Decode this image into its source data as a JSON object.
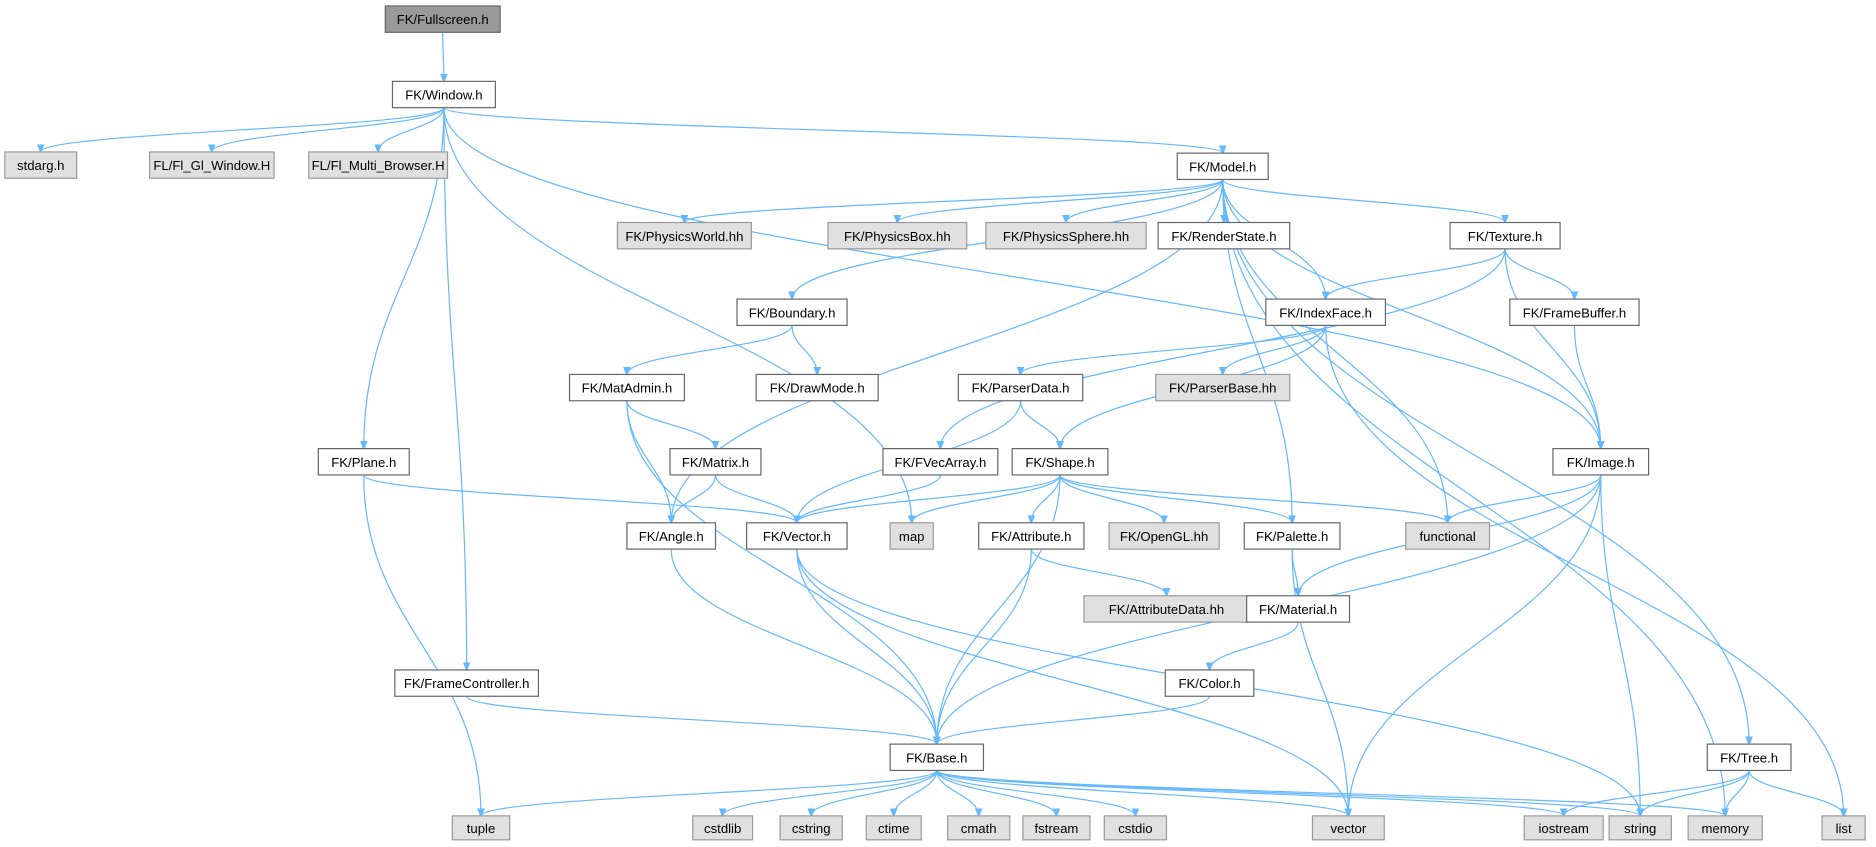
{
  "graph": {
    "nodes": {
      "fullscreen": {
        "label": "FK/Fullscreen.h",
        "kind": "root"
      },
      "window": {
        "label": "FK/Window.h",
        "kind": "doc"
      },
      "stdarg": {
        "label": "stdarg.h",
        "kind": "ext"
      },
      "flglwindow": {
        "label": "FL/Fl_Gl_Window.H",
        "kind": "ext"
      },
      "flmultibrowser": {
        "label": "FL/Fl_Multi_Browser.H",
        "kind": "ext"
      },
      "model": {
        "label": "FK/Model.h",
        "kind": "doc"
      },
      "physicsworld": {
        "label": "FK/PhysicsWorld.hh",
        "kind": "ext"
      },
      "physicsbox": {
        "label": "FK/PhysicsBox.hh",
        "kind": "ext"
      },
      "physicssphere": {
        "label": "FK/PhysicsSphere.hh",
        "kind": "ext"
      },
      "renderstate": {
        "label": "FK/RenderState.h",
        "kind": "doc"
      },
      "texture": {
        "label": "FK/Texture.h",
        "kind": "doc"
      },
      "boundary": {
        "label": "FK/Boundary.h",
        "kind": "doc"
      },
      "indexface": {
        "label": "FK/IndexFace.h",
        "kind": "doc"
      },
      "framebuffer": {
        "label": "FK/FrameBuffer.h",
        "kind": "doc"
      },
      "matadmin": {
        "label": "FK/MatAdmin.h",
        "kind": "doc"
      },
      "drawmode": {
        "label": "FK/DrawMode.h",
        "kind": "doc"
      },
      "parserdata": {
        "label": "FK/ParserData.h",
        "kind": "doc"
      },
      "parserbase": {
        "label": "FK/ParserBase.hh",
        "kind": "ext"
      },
      "matrix": {
        "label": "FK/Matrix.h",
        "kind": "doc"
      },
      "fvecarray": {
        "label": "FK/FVecArray.h",
        "kind": "doc"
      },
      "shape": {
        "label": "FK/Shape.h",
        "kind": "doc"
      },
      "image": {
        "label": "FK/Image.h",
        "kind": "doc"
      },
      "plane": {
        "label": "FK/Plane.h",
        "kind": "doc"
      },
      "angle": {
        "label": "FK/Angle.h",
        "kind": "doc"
      },
      "vector_h": {
        "label": "FK/Vector.h",
        "kind": "doc"
      },
      "map": {
        "label": "map",
        "kind": "ext"
      },
      "functional": {
        "label": "functional",
        "kind": "ext"
      },
      "attribute": {
        "label": "FK/Attribute.h",
        "kind": "doc"
      },
      "opengl": {
        "label": "FK/OpenGL.hh",
        "kind": "ext"
      },
      "palette": {
        "label": "FK/Palette.h",
        "kind": "doc"
      },
      "attributedata": {
        "label": "FK/AttributeData.hh",
        "kind": "ext"
      },
      "material": {
        "label": "FK/Material.h",
        "kind": "doc"
      },
      "framecontroller": {
        "label": "FK/FrameController.h",
        "kind": "doc"
      },
      "color": {
        "label": "FK/Color.h",
        "kind": "doc"
      },
      "base": {
        "label": "FK/Base.h",
        "kind": "doc"
      },
      "tree": {
        "label": "FK/Tree.h",
        "kind": "doc"
      },
      "tuple": {
        "label": "tuple",
        "kind": "ext"
      },
      "cstdlib": {
        "label": "cstdlib",
        "kind": "ext"
      },
      "cstring": {
        "label": "cstring",
        "kind": "ext"
      },
      "ctime": {
        "label": "ctime",
        "kind": "ext"
      },
      "cmath": {
        "label": "cmath",
        "kind": "ext"
      },
      "fstream": {
        "label": "fstream",
        "kind": "ext"
      },
      "cstdio": {
        "label": "cstdio",
        "kind": "ext"
      },
      "vector": {
        "label": "vector",
        "kind": "ext"
      },
      "iostream": {
        "label": "iostream",
        "kind": "ext"
      },
      "string": {
        "label": "string",
        "kind": "ext"
      },
      "memory": {
        "label": "memory",
        "kind": "ext"
      },
      "list": {
        "label": "list",
        "kind": "ext"
      }
    },
    "edges": [
      [
        "fullscreen",
        "window"
      ],
      [
        "window",
        "stdarg"
      ],
      [
        "window",
        "flglwindow"
      ],
      [
        "window",
        "flmultibrowser"
      ],
      [
        "window",
        "plane"
      ],
      [
        "window",
        "framecontroller"
      ],
      [
        "window",
        "map"
      ],
      [
        "window",
        "model"
      ],
      [
        "window",
        "image"
      ],
      [
        "model",
        "physicsworld"
      ],
      [
        "model",
        "physicsbox"
      ],
      [
        "model",
        "physicssphere"
      ],
      [
        "model",
        "renderstate"
      ],
      [
        "model",
        "texture"
      ],
      [
        "model",
        "boundary"
      ],
      [
        "model",
        "indexface"
      ],
      [
        "model",
        "angle"
      ],
      [
        "model",
        "palette"
      ],
      [
        "model",
        "functional"
      ],
      [
        "model",
        "tree"
      ],
      [
        "model",
        "memory"
      ],
      [
        "model",
        "image"
      ],
      [
        "texture",
        "indexface"
      ],
      [
        "texture",
        "framebuffer"
      ],
      [
        "texture",
        "image"
      ],
      [
        "texture",
        "fvecarray"
      ],
      [
        "indexface",
        "parserdata"
      ],
      [
        "indexface",
        "parserbase"
      ],
      [
        "indexface",
        "shape"
      ],
      [
        "indexface",
        "list"
      ],
      [
        "framebuffer",
        "image"
      ],
      [
        "boundary",
        "matadmin"
      ],
      [
        "boundary",
        "drawmode"
      ],
      [
        "matadmin",
        "matrix"
      ],
      [
        "matadmin",
        "angle"
      ],
      [
        "matadmin",
        "base"
      ],
      [
        "matrix",
        "angle"
      ],
      [
        "matrix",
        "vector_h"
      ],
      [
        "parserdata",
        "shape"
      ],
      [
        "parserdata",
        "vector_h"
      ],
      [
        "fvecarray",
        "vector_h"
      ],
      [
        "shape",
        "vector_h"
      ],
      [
        "shape",
        "map"
      ],
      [
        "shape",
        "base"
      ],
      [
        "shape",
        "attribute"
      ],
      [
        "shape",
        "opengl"
      ],
      [
        "shape",
        "palette"
      ],
      [
        "shape",
        "functional"
      ],
      [
        "plane",
        "vector_h"
      ],
      [
        "plane",
        "tuple"
      ],
      [
        "angle",
        "base"
      ],
      [
        "vector_h",
        "base"
      ],
      [
        "vector_h",
        "vector"
      ],
      [
        "vector_h",
        "string"
      ],
      [
        "attribute",
        "base"
      ],
      [
        "attribute",
        "attributedata"
      ],
      [
        "palette",
        "material"
      ],
      [
        "palette",
        "vector"
      ],
      [
        "image",
        "functional"
      ],
      [
        "image",
        "material"
      ],
      [
        "image",
        "base"
      ],
      [
        "image",
        "vector"
      ],
      [
        "image",
        "string"
      ],
      [
        "material",
        "color"
      ],
      [
        "color",
        "base"
      ],
      [
        "framecontroller",
        "base"
      ],
      [
        "base",
        "tuple"
      ],
      [
        "base",
        "cstdlib"
      ],
      [
        "base",
        "cstring"
      ],
      [
        "base",
        "ctime"
      ],
      [
        "base",
        "cmath"
      ],
      [
        "base",
        "fstream"
      ],
      [
        "base",
        "cstdio"
      ],
      [
        "base",
        "vector"
      ],
      [
        "base",
        "iostream"
      ],
      [
        "base",
        "string"
      ],
      [
        "base",
        "memory"
      ],
      [
        "tree",
        "iostream"
      ],
      [
        "tree",
        "string"
      ],
      [
        "tree",
        "memory"
      ],
      [
        "tree",
        "list"
      ]
    ]
  },
  "colors": {
    "edge": "#63b8ff",
    "external_fill": "#e0e0e0",
    "root_fill": "#999999"
  }
}
